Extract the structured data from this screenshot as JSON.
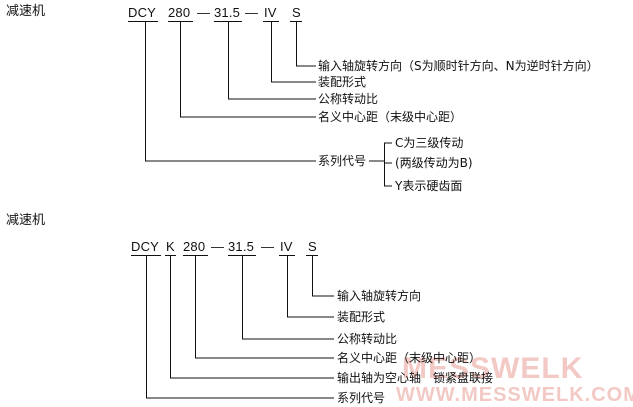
{
  "watermark": {
    "logo_text": "MESSWELK",
    "url_text": "WWW.MESSWELK.COM"
  },
  "block1": {
    "title": "减速机",
    "code": {
      "prefix": "DCY",
      "distance": "280",
      "ratio": "31.5",
      "assembly": "IV",
      "rotation": "S",
      "dash1": "—",
      "dash2": "—"
    },
    "labels": {
      "rotation": "输入轴旋转方向（S为顺时针方向、N为逆时针方向）",
      "assembly": "装配形式",
      "ratio": "公称转动比",
      "distance": "名义中心距（末级中心距）",
      "series": "系列代号"
    },
    "series_options": [
      "C为三级传动",
      "(两级传动为B)",
      "Y表示硬齿面"
    ]
  },
  "block2": {
    "title": "减速机",
    "code": {
      "prefix": "DCY",
      "shaft": "K",
      "distance": "280",
      "ratio": "31.5",
      "assembly": "IV",
      "rotation": "S",
      "dash1": "—",
      "dash2": "—"
    },
    "labels": {
      "rotation": "输入轴旋转方向",
      "assembly": "装配形式",
      "ratio": "公称转动比",
      "distance": "名义中心距（末级中心距）",
      "shaft": "输出轴为空心轴　锁紧盘联接",
      "series": "系列代号"
    }
  }
}
